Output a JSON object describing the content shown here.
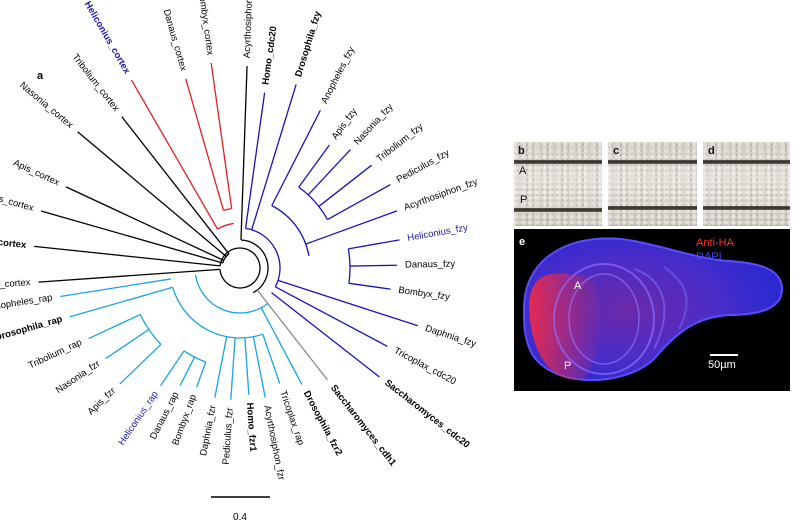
{
  "panel_a": {
    "letter": "a",
    "scale_label": "0.4",
    "taxa": [
      {
        "id": "heli_cortex",
        "text": "Heliconius_cortex",
        "angle": -120,
        "r": 225,
        "color": "#1a1aa6",
        "bold": true
      },
      {
        "id": "dana_cortex",
        "text": "Danaus_cortex",
        "angle": -106,
        "r": 205,
        "color": "#000000",
        "bold": false
      },
      {
        "id": "bomb_cortex",
        "text": "Bombyx_cortex",
        "angle": -98,
        "r": 215,
        "color": "#000000",
        "bold": false
      },
      {
        "id": "acyr_cortex",
        "text": "Acyrthosiphon_cortex",
        "angle": -88,
        "r": 210,
        "color": "#000000",
        "bold": false
      },
      {
        "id": "naso_cortex",
        "text": "Nasonia_cortex",
        "angle": -140,
        "r": 220,
        "color": "#000000",
        "bold": false
      },
      {
        "id": "trib_cortex",
        "text": "Tribolium_cortex",
        "angle": -128,
        "r": 200,
        "color": "#000000",
        "bold": false
      },
      {
        "id": "apis_cortex",
        "text": "Apis_cortex",
        "angle": -155,
        "r": 200,
        "color": "#000000",
        "bold": false
      },
      {
        "id": "anop_cortex",
        "text": "Anopheles_cortex",
        "angle": -164,
        "r": 215,
        "color": "#000000",
        "bold": false
      },
      {
        "id": "dros_cortex",
        "text": "Drosophila_cortex",
        "angle": -174,
        "r": 215,
        "color": "#000000",
        "bold": true
      },
      {
        "id": "pedi_cortex",
        "text": "Pediculus_cortex",
        "angle": 176,
        "r": 210,
        "color": "#000000",
        "bold": false
      },
      {
        "id": "homo_cdc20",
        "text": "Homo_cdc20",
        "angle": -82,
        "r": 185,
        "color": "#000000",
        "bold": true
      },
      {
        "id": "dros_fzy",
        "text": "Drosophila_fzy",
        "angle": -73,
        "r": 200,
        "color": "#000000",
        "bold": true
      },
      {
        "id": "anop_fzy",
        "text": "Anopheles_fzy",
        "angle": -63,
        "r": 185,
        "color": "#000000",
        "bold": false
      },
      {
        "id": "apis_fzy",
        "text": "Apis_fzy",
        "angle": -54,
        "r": 160,
        "color": "#000000",
        "bold": false
      },
      {
        "id": "naso_fzy",
        "text": "Nasonia_fzy",
        "angle": -47,
        "r": 170,
        "color": "#000000",
        "bold": false
      },
      {
        "id": "trib_fzy",
        "text": "Tribolium_fzy",
        "angle": -38,
        "r": 175,
        "color": "#000000",
        "bold": false
      },
      {
        "id": "pedi_fzy",
        "text": "Pediculus_fzy",
        "angle": -29,
        "r": 180,
        "color": "#000000",
        "bold": false
      },
      {
        "id": "acyr_fzy",
        "text": "Acyrthosiphon_fzy",
        "angle": -20,
        "r": 175,
        "color": "#000000",
        "bold": false
      },
      {
        "id": "heli_fzy",
        "text": "Heliconius_fzy",
        "angle": -10,
        "r": 170,
        "color": "#1a1aa6",
        "bold": false
      },
      {
        "id": "dana_fzy",
        "text": "Danaus_fzy",
        "angle": -1,
        "r": 165,
        "color": "#000000",
        "bold": false
      },
      {
        "id": "bomb_fzy",
        "text": "Bombyx_fzy",
        "angle": 8,
        "r": 160,
        "color": "#000000",
        "bold": false
      },
      {
        "id": "daph_fzy",
        "text": "Daphnia_fzy",
        "angle": 18,
        "r": 195,
        "color": "#000000",
        "bold": false
      },
      {
        "id": "tric_cdc20",
        "text": "Tricoplax_cdc20",
        "angle": 28,
        "r": 175,
        "color": "#000000",
        "bold": false
      },
      {
        "id": "sacc_cdc20",
        "text": "Saccharomyces_cdc20",
        "angle": 38,
        "r": 185,
        "color": "#000000",
        "bold": true
      },
      {
        "id": "sacc_cdh1",
        "text": "Saccharomyces_cdh1",
        "angle": 52,
        "r": 150,
        "color": "#000000",
        "bold": true
      },
      {
        "id": "dros_fzr2",
        "text": "Drosophila_fzr2",
        "angle": 62,
        "r": 140,
        "color": "#000000",
        "bold": true
      },
      {
        "id": "tric_rap",
        "text": "Tricoplax_rap",
        "angle": 71,
        "r": 130,
        "color": "#000000",
        "bold": false
      },
      {
        "id": "acyr_fzr",
        "text": "Acyrthosiphon_fzr",
        "angle": 79,
        "r": 140,
        "color": "#000000",
        "bold": false
      },
      {
        "id": "homo_fzr1",
        "text": "Homo_fzr1",
        "angle": 86,
        "r": 135,
        "color": "#000000",
        "bold": true
      },
      {
        "id": "pedi_fzr",
        "text": "Pediculus_fzr",
        "angle": 94,
        "r": 140,
        "color": "#000000",
        "bold": false
      },
      {
        "id": "daph_fzr",
        "text": "Daphnia_fzr",
        "angle": 101,
        "r": 140,
        "color": "#000000",
        "bold": false
      },
      {
        "id": "bomb_rap",
        "text": "Bombyx_rap",
        "angle": 110,
        "r": 135,
        "color": "#000000",
        "bold": false
      },
      {
        "id": "dana_rap",
        "text": "Danaus_rap",
        "angle": 117,
        "r": 140,
        "color": "#000000",
        "bold": false
      },
      {
        "id": "heli_rap",
        "text": "Heliconius_rap",
        "angle": 124,
        "r": 150,
        "color": "#1a1aa6",
        "bold": false
      },
      {
        "id": "apis_fzr",
        "text": "Apis_fzr",
        "angle": 136,
        "r": 175,
        "color": "#000000",
        "bold": false
      },
      {
        "id": "naso_fzr",
        "text": "Nasonia_fzr",
        "angle": 146,
        "r": 170,
        "color": "#000000",
        "bold": false
      },
      {
        "id": "trib_rap",
        "text": "Tribolium_rap",
        "angle": 155,
        "r": 175,
        "color": "#000000",
        "bold": false
      },
      {
        "id": "dros_rap",
        "text": "Drosophila_rap",
        "angle": 164,
        "r": 185,
        "color": "#000000",
        "bold": true
      },
      {
        "id": "anop_rap",
        "text": "Anopheles_rap",
        "angle": 171,
        "r": 190,
        "color": "#000000",
        "bold": false
      }
    ],
    "branch_colors": {
      "cortex": "#e02020",
      "outgroup": "#000000",
      "fzy": "#1515b8",
      "rap": "#1aa3df",
      "cdh1": "#8c8c8c"
    }
  },
  "panel_b": {
    "letter": "b",
    "label_A": "A",
    "label_P": "P"
  },
  "panel_c": {
    "letter": "c"
  },
  "panel_d": {
    "letter": "d"
  },
  "panel_e": {
    "letter": "e",
    "stain1": "Anti-HA",
    "stain2": "DAPI",
    "label_A": "A",
    "label_P": "P",
    "scale_label": "50µm",
    "stain1_color": "#ff2a2a",
    "stain2_color": "#3b48ff"
  }
}
